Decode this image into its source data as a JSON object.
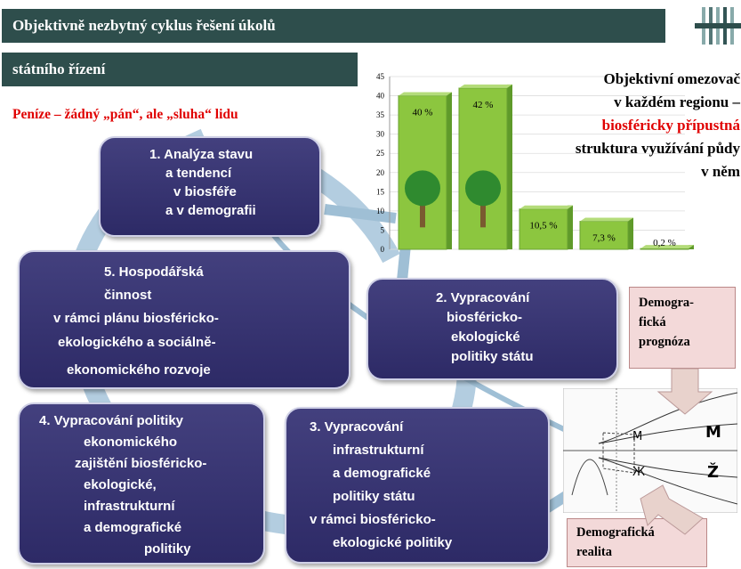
{
  "title_line1": "Objektivně nezbytný cyklus řešení úkolů",
  "title_line2": "státního řízení",
  "subtitle": "Peníze – žádný „pán“, ale „sluha“ lidu",
  "boxes": {
    "b1": [
      "1. Analýza stavu",
      "a tendencí",
      "v biosféře",
      "a v demografii"
    ],
    "b2": [
      "2. Vypracování",
      "biosféricko-",
      "ekologické",
      "politiky státu"
    ],
    "b3": [
      "3. Vypracování",
      "infrastrukturní",
      "a demografické",
      "politiky státu",
      "v rámci biosféricko-",
      "ekologické politiky"
    ],
    "b4": [
      "4. Vypracování politiky",
      "ekonomického",
      "zajištění biosféricko-",
      "ekologické,",
      "infrastrukturní",
      "a demografické",
      "politiky"
    ],
    "b5": [
      "5. Hospodářská",
      "činnost",
      "v rámci plánu biosféricko-",
      "ekologického a sociálně-",
      "ekonomického rozvoje"
    ]
  },
  "limit_text": {
    "line1": "Objektivní omezovač",
    "line2": "v každém regionu –",
    "line3": "biosféricky přípustná",
    "line4": "struktura využívání půdy",
    "line5": "v něm"
  },
  "demo_forecast": [
    "Demogra-",
    "fická",
    "prognóza"
  ],
  "demo_reality": [
    "Demografická",
    "realita"
  ],
  "chart_data": {
    "type": "bar",
    "values": [
      40,
      42,
      10.5,
      7.3,
      0.2
    ],
    "labels": [
      "40 %",
      "42 %",
      "10,5 %",
      "7,3 %",
      "0,2 %"
    ],
    "yticks": [
      "0",
      "5",
      "10",
      "15",
      "20",
      "25",
      "30",
      "35",
      "40",
      "45"
    ],
    "ylim": [
      0,
      45
    ],
    "grid": true
  },
  "graph_labels": {
    "m": "M",
    "z": "Ž",
    "m_small": "М",
    "z_small": "Ж"
  },
  "colors": {
    "title_bar": "#2e4e4c",
    "box": "#3a377a",
    "bar": "#8cc63f",
    "ring": "#b3cde0",
    "demo_bg": "#f3d9d9"
  }
}
